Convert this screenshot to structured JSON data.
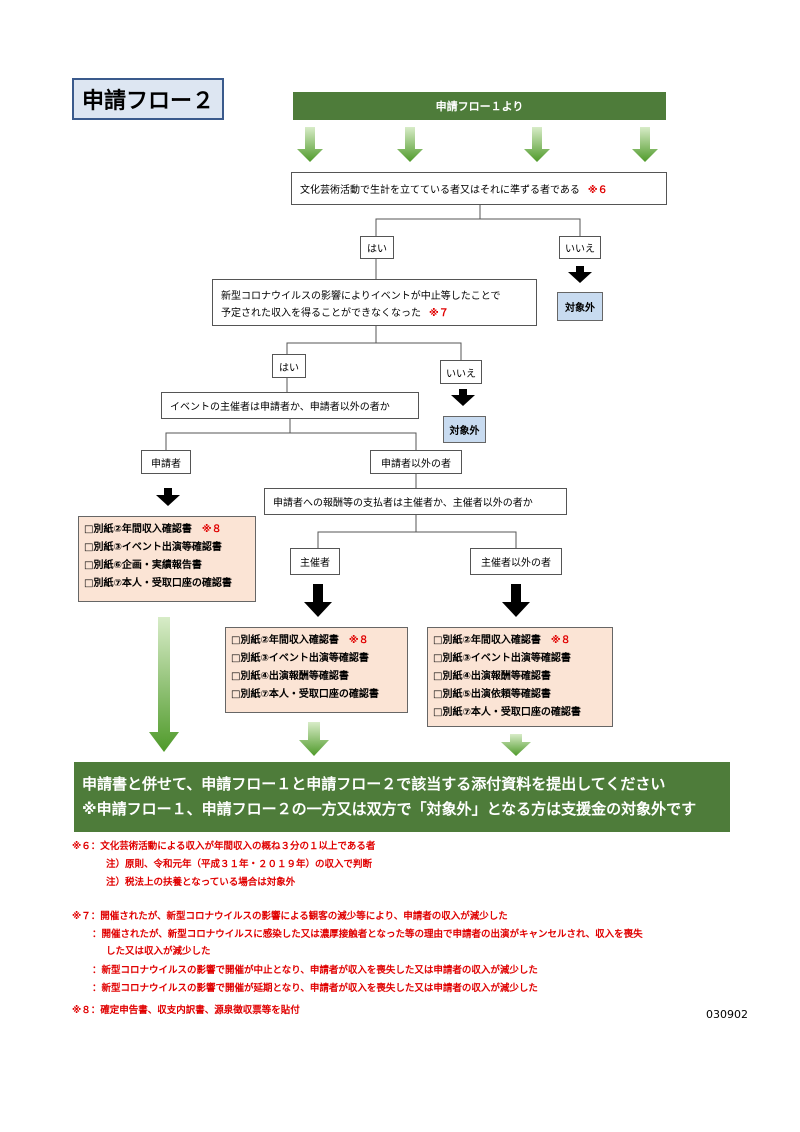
{
  "title": "申請フロー２",
  "banner": "申請フロー１より",
  "q1": {
    "text": "文化芸術活動で生計を立てている者又はそれに準ずる者である",
    "note": "※６",
    "yes": "はい",
    "no": "いいえ",
    "no_result": "対象外"
  },
  "q2": {
    "line1": "新型コロナウイルスの影響によりイベントが中止等したことで",
    "line2": "予定された収入を得ることができなくなった",
    "note": "※７",
    "yes": "はい",
    "no": "いいえ",
    "no_result": "対象外"
  },
  "q3": {
    "text": "イベントの主催者は申請者か、申請者以外の者か",
    "left": "申請者",
    "right": "申請者以外の者"
  },
  "q4": {
    "text": "申請者への報酬等の支払者は主催者か、主催者以外の者か",
    "left": "主催者",
    "right": "主催者以外の者"
  },
  "docs_applicant": [
    {
      "text": "□別紙②年間収入確認書",
      "note": "※８"
    },
    {
      "text": "□別紙③イベント出演等確認書",
      "note": ""
    },
    {
      "text": "□別紙⑥企画・実績報告書",
      "note": ""
    },
    {
      "text": "□別紙⑦本人・受取口座の確認書",
      "note": ""
    }
  ],
  "docs_organizer": [
    {
      "text": "□別紙②年間収入確認書",
      "note": "※８"
    },
    {
      "text": "□別紙③イベント出演等確認書",
      "note": ""
    },
    {
      "text": "□別紙④出演報酬等確認書",
      "note": ""
    },
    {
      "text": "□別紙⑦本人・受取口座の確認書",
      "note": ""
    }
  ],
  "docs_other": [
    {
      "text": "□別紙②年間収入確認書",
      "note": "※８"
    },
    {
      "text": "□別紙③イベント出演等確認書",
      "note": ""
    },
    {
      "text": "□別紙④出演報酬等確認書",
      "note": ""
    },
    {
      "text": "□別紙⑤出演依頼等確認書",
      "note": ""
    },
    {
      "text": "□別紙⑦本人・受取口座の確認書",
      "note": ""
    }
  ],
  "bottom": {
    "line1": "申請書と併せて、申請フロー１と申請フロー２で該当する添付資料を提出してください",
    "line2": "※申請フロー１、申請フロー２の一方又は双方で「対象外」となる方は支援金の対象外です"
  },
  "notes": [
    "※６：文化芸術活動による収入が年間収入の概ね３分の１以上である者",
    "注）原則、令和元年（平成３１年・２０１９年）の収入で判断",
    "注）税法上の扶養となっている場合は対象外",
    "※７：開催されたが、新型コロナウイルスの影響による観客の減少等により、申請者の収入が減少した",
    "：開催されたが、新型コロナウイルスに感染した又は濃厚接触者となった等の理由で申請者の出演がキャンセルされ、収入を喪失",
    "した又は収入が減少した",
    "：新型コロナウイルスの影響で開催が中止となり、申請者が収入を喪失した又は申請者の収入が減少した",
    "：新型コロナウイルスの影響で開催が延期となり、申請者が収入を喪失した又は申請者の収入が減少した",
    "※８：確定申告書、収支内訳書、源泉徴収票等を貼付"
  ],
  "doc_number": "030902",
  "colors": {
    "green": "#4e7c3a",
    "arrow_green": "#6aaa3a",
    "blue": "#c8dbf0",
    "peach": "#fbe4d5",
    "red": "#e00000"
  }
}
